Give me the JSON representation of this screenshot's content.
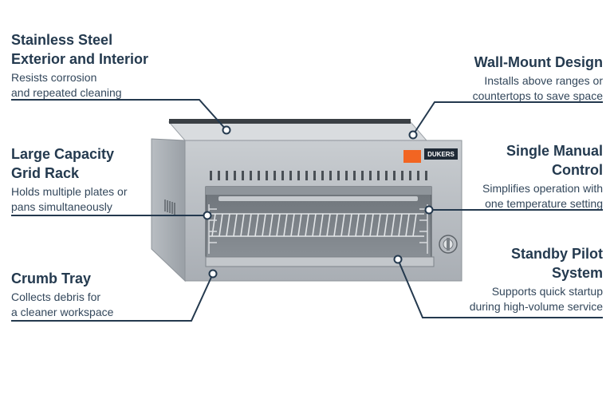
{
  "callouts": {
    "stainless": {
      "title_line1": "Stainless Steel",
      "title_line2": "Exterior and Interior",
      "desc_line1": "Resists corrosion",
      "desc_line2": "and repeated cleaning"
    },
    "grid_rack": {
      "title_line1": "Large Capacity",
      "title_line2": "Grid Rack",
      "desc_line1": "Holds multiple plates or",
      "desc_line2": "pans simultaneously"
    },
    "crumb_tray": {
      "title_line1": "Crumb Tray",
      "desc_line1": "Collects debris for",
      "desc_line2": "a cleaner workspace"
    },
    "wall_mount": {
      "title_line1": "Wall-Mount Design",
      "desc_line1": "Installs above ranges or",
      "desc_line2": "countertops to save space"
    },
    "manual_control": {
      "title_line1": "Single Manual",
      "title_line2": "Control",
      "desc_line1": "Simplifies operation with",
      "desc_line2": "one temperature setting"
    },
    "standby_pilot": {
      "title_line1": "Standby Pilot",
      "title_line2": "System",
      "desc_line1": "Supports quick startup",
      "desc_line2": "during high-volume service"
    }
  },
  "product": {
    "brand": "DUKERS"
  },
  "colors": {
    "line": "#24394e",
    "steel_light": "#d3d6da",
    "steel_mid": "#aeb3b8",
    "steel_dark": "#6f757b",
    "label_orange": "#f26522"
  }
}
